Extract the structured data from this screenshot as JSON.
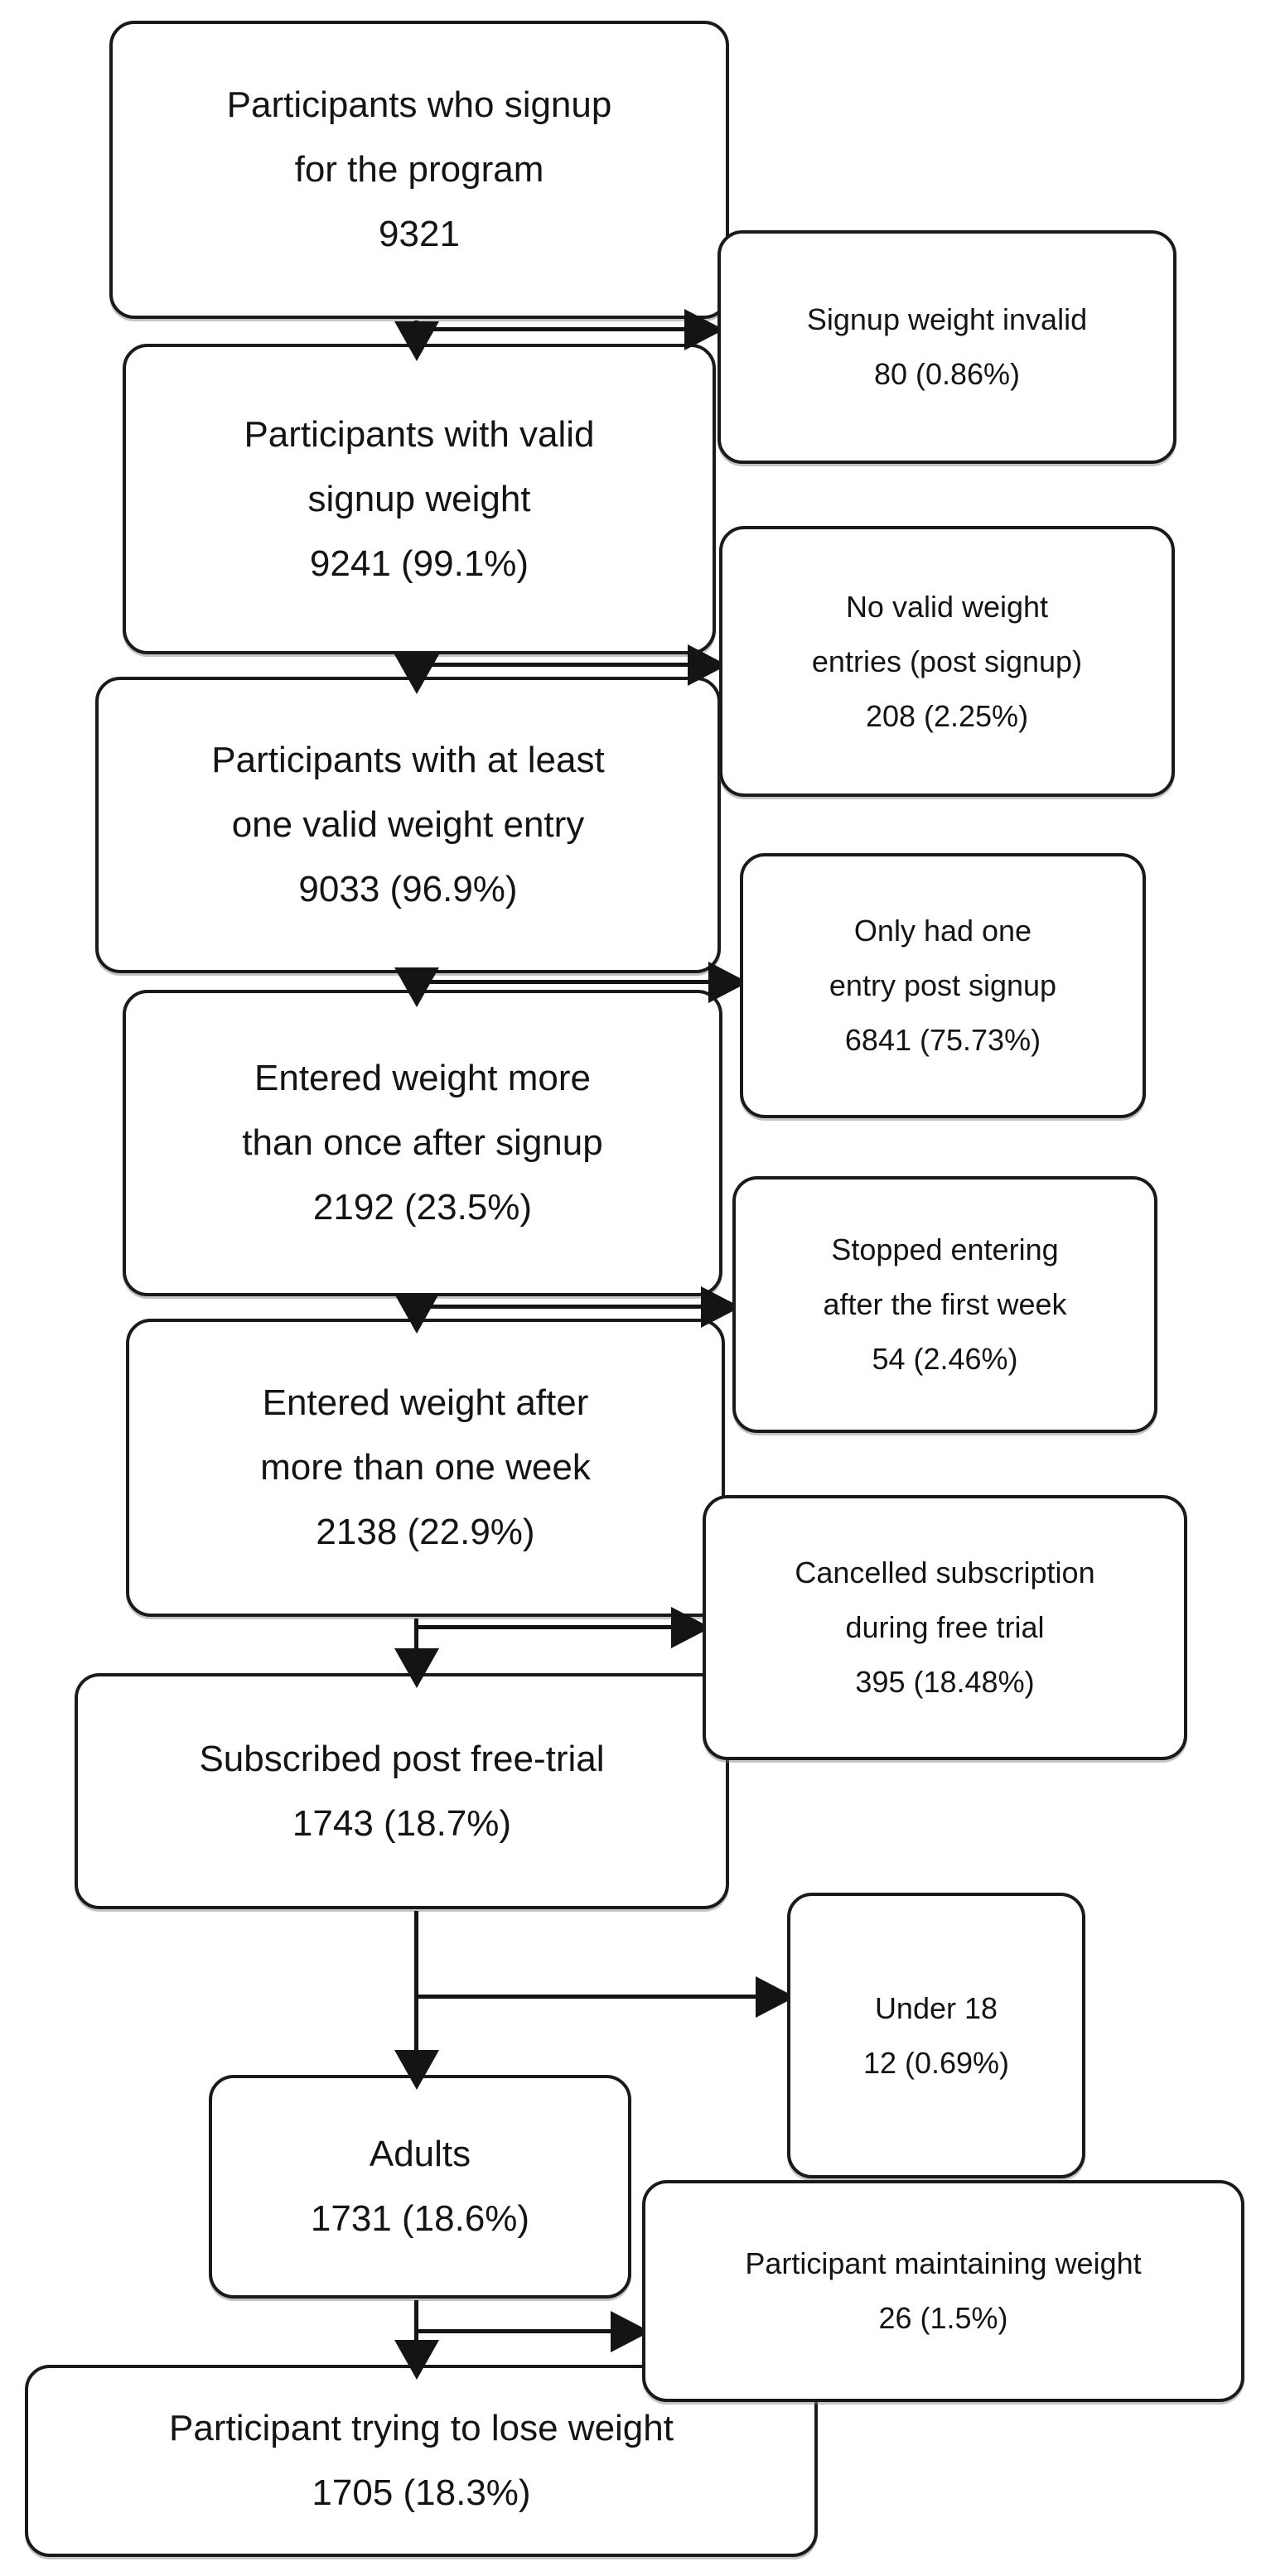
{
  "colors": {
    "background": "#ffffff",
    "box_fill": "#ffffff",
    "box_border": "#1a1a1a",
    "arrow": "#141414"
  },
  "nodes": {
    "signup": {
      "lines": [
        "Participants who signup",
        "for the program",
        "9321"
      ]
    },
    "valid_signup_weight": {
      "lines": [
        "Participants with valid",
        "signup weight",
        "9241 (99.1%)"
      ]
    },
    "one_valid_entry": {
      "lines": [
        "Participants with at least",
        "one valid weight entry",
        "9033 (96.9%)"
      ]
    },
    "entered_more_than_once": {
      "lines": [
        "Entered weight more",
        "than once after signup",
        "2192 (23.5%)"
      ]
    },
    "entered_after_one_week": {
      "lines": [
        "Entered weight after",
        "more than one week",
        "2138 (22.9%)"
      ]
    },
    "subscribed": {
      "lines": [
        "Subscribed post free-trial",
        "1743 (18.7%)"
      ]
    },
    "adults": {
      "lines": [
        "Adults",
        "1731 (18.6%)"
      ]
    },
    "trying_to_lose": {
      "lines": [
        "Participant trying to lose weight",
        "1705 (18.3%)"
      ]
    },
    "signup_weight_invalid": {
      "lines": [
        "Signup weight invalid",
        "80 (0.86%)"
      ]
    },
    "no_valid_entries": {
      "lines": [
        "No valid weight",
        "entries (post signup)",
        "208 (2.25%)"
      ]
    },
    "only_one_entry": {
      "lines": [
        "Only had one",
        "entry post signup",
        "6841 (75.73%)"
      ]
    },
    "stopped_first_week": {
      "lines": [
        "Stopped entering",
        "after the first week",
        "54 (2.46%)"
      ]
    },
    "cancelled_trial": {
      "lines": [
        "Cancelled subscription",
        "during free trial",
        "395 (18.48%)"
      ]
    },
    "under_18": {
      "lines": [
        "Under 18",
        "12 (0.69%)"
      ]
    },
    "maintaining_weight": {
      "lines": [
        "Participant maintaining weight",
        "26 (1.5%)"
      ]
    }
  },
  "edges": [
    {
      "from": "signup",
      "to": "valid_signup_weight"
    },
    {
      "from": "signup",
      "to": "signup_weight_invalid"
    },
    {
      "from": "valid_signup_weight",
      "to": "one_valid_entry"
    },
    {
      "from": "valid_signup_weight",
      "to": "no_valid_entries"
    },
    {
      "from": "one_valid_entry",
      "to": "entered_more_than_once"
    },
    {
      "from": "one_valid_entry",
      "to": "only_one_entry"
    },
    {
      "from": "entered_more_than_once",
      "to": "entered_after_one_week"
    },
    {
      "from": "entered_more_than_once",
      "to": "stopped_first_week"
    },
    {
      "from": "entered_after_one_week",
      "to": "subscribed"
    },
    {
      "from": "entered_after_one_week",
      "to": "cancelled_trial"
    },
    {
      "from": "subscribed",
      "to": "adults"
    },
    {
      "from": "subscribed",
      "to": "under_18"
    },
    {
      "from": "adults",
      "to": "trying_to_lose"
    },
    {
      "from": "adults",
      "to": "maintaining_weight"
    }
  ]
}
